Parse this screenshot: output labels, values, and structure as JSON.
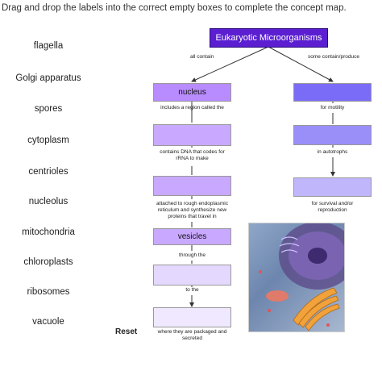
{
  "instruction": "Drag and drop the labels into the correct empty boxes to complete the concept map.",
  "labels": [
    "flagella",
    "Golgi apparatus",
    "spores",
    "cytoplasm",
    "centrioles",
    "nucleolus",
    "mitochondria",
    "chloroplasts",
    "ribosomes",
    "vacuole"
  ],
  "root": "Eukaryotic Microorganisms",
  "left_branch": {
    "link": "all contain",
    "nodes": [
      "nucleus",
      "",
      "",
      "",
      "vesicles",
      "",
      "",
      ""
    ],
    "links": [
      "includes a region called the",
      "contains DNA that codes for",
      "rRNA to make",
      "attached to rough endoplasmic",
      "reticulum and synthesize new",
      "proteins that travel in",
      "through the",
      "to the",
      "where they are packaged and",
      "secreted"
    ]
  },
  "right_branch": {
    "link": "some contain/produce",
    "links": [
      "for motility",
      "in autotrophs",
      "for survival and/or",
      "reproduction"
    ]
  },
  "reset_label": "Reset",
  "colors": {
    "root": "#5b1fd1",
    "accent": "#b88cff"
  },
  "icons": [
    "cell-illustration"
  ]
}
